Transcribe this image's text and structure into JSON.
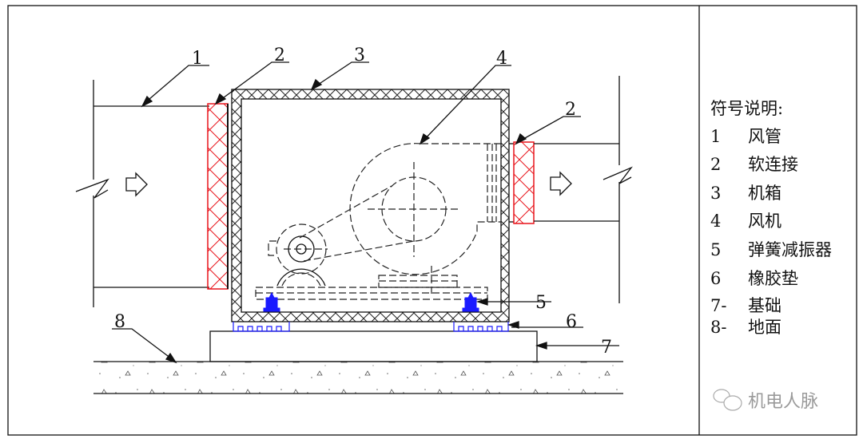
{
  "callouts": {
    "c1": "1",
    "c2a": "2",
    "c3": "3",
    "c4": "4",
    "c2b": "2",
    "c5": "5",
    "c6": "6",
    "c7": "7",
    "c8": "8"
  },
  "legend": {
    "title": "符号说明:",
    "items": [
      {
        "num": "1",
        "name": "风管"
      },
      {
        "num": "2",
        "name": "软连接"
      },
      {
        "num": "3",
        "name": "机箱"
      },
      {
        "num": "4",
        "name": "风机"
      },
      {
        "num": "5",
        "name": "弹簧减振器"
      },
      {
        "num": "6",
        "name": "橡胶垫"
      },
      {
        "num": "7-",
        "name": "基础"
      },
      {
        "num": "8-",
        "name": "地面"
      }
    ]
  },
  "watermark": "机电人脉",
  "colors": {
    "flexible_connector": "#e8141b",
    "vibration_parts": "#1a1aff",
    "lines": "#111111"
  }
}
